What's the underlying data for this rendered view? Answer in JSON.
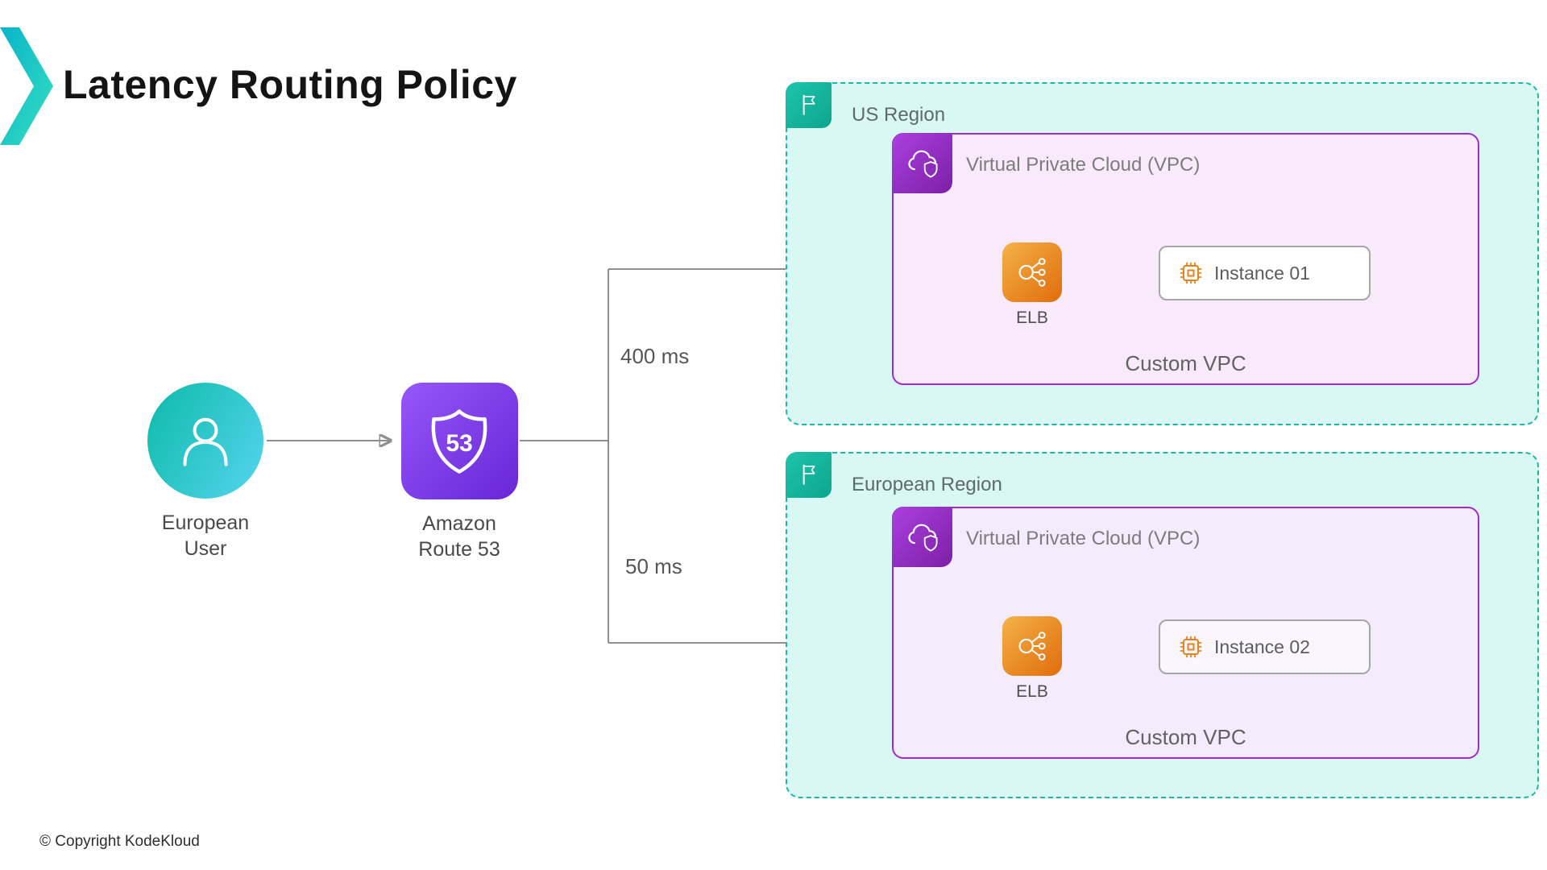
{
  "title": "Latency Routing Policy",
  "footer": {
    "copyright": "© Copyright KodeKloud"
  },
  "user": {
    "line1": "European",
    "line2": "User"
  },
  "route53": {
    "badge": "53",
    "line1": "Amazon",
    "line2": "Route 53"
  },
  "latency": {
    "us": "400 ms",
    "eu": "50 ms"
  },
  "regions": {
    "us": {
      "name": "US Region",
      "vpc_title": "Virtual Private Cloud (VPC)",
      "elb_label": "ELB",
      "instance_label": "Instance 01",
      "vpc_footer": "Custom VPC"
    },
    "eu": {
      "name": "European Region",
      "vpc_title": "Virtual Private Cloud (VPC)",
      "elb_label": "ELB",
      "instance_label": "Instance 02",
      "vpc_footer": "Custom VPC"
    }
  },
  "colors": {
    "teal_accent": "#1bb9a1",
    "region_bg": "#d9f8f3",
    "vpc_border": "#a12cc9",
    "vpc_bg": "#f8e9fb",
    "elb_orange": "#e8831c",
    "route53_purple": "#7b2fe0",
    "connector_gray": "#8f8f8f"
  }
}
